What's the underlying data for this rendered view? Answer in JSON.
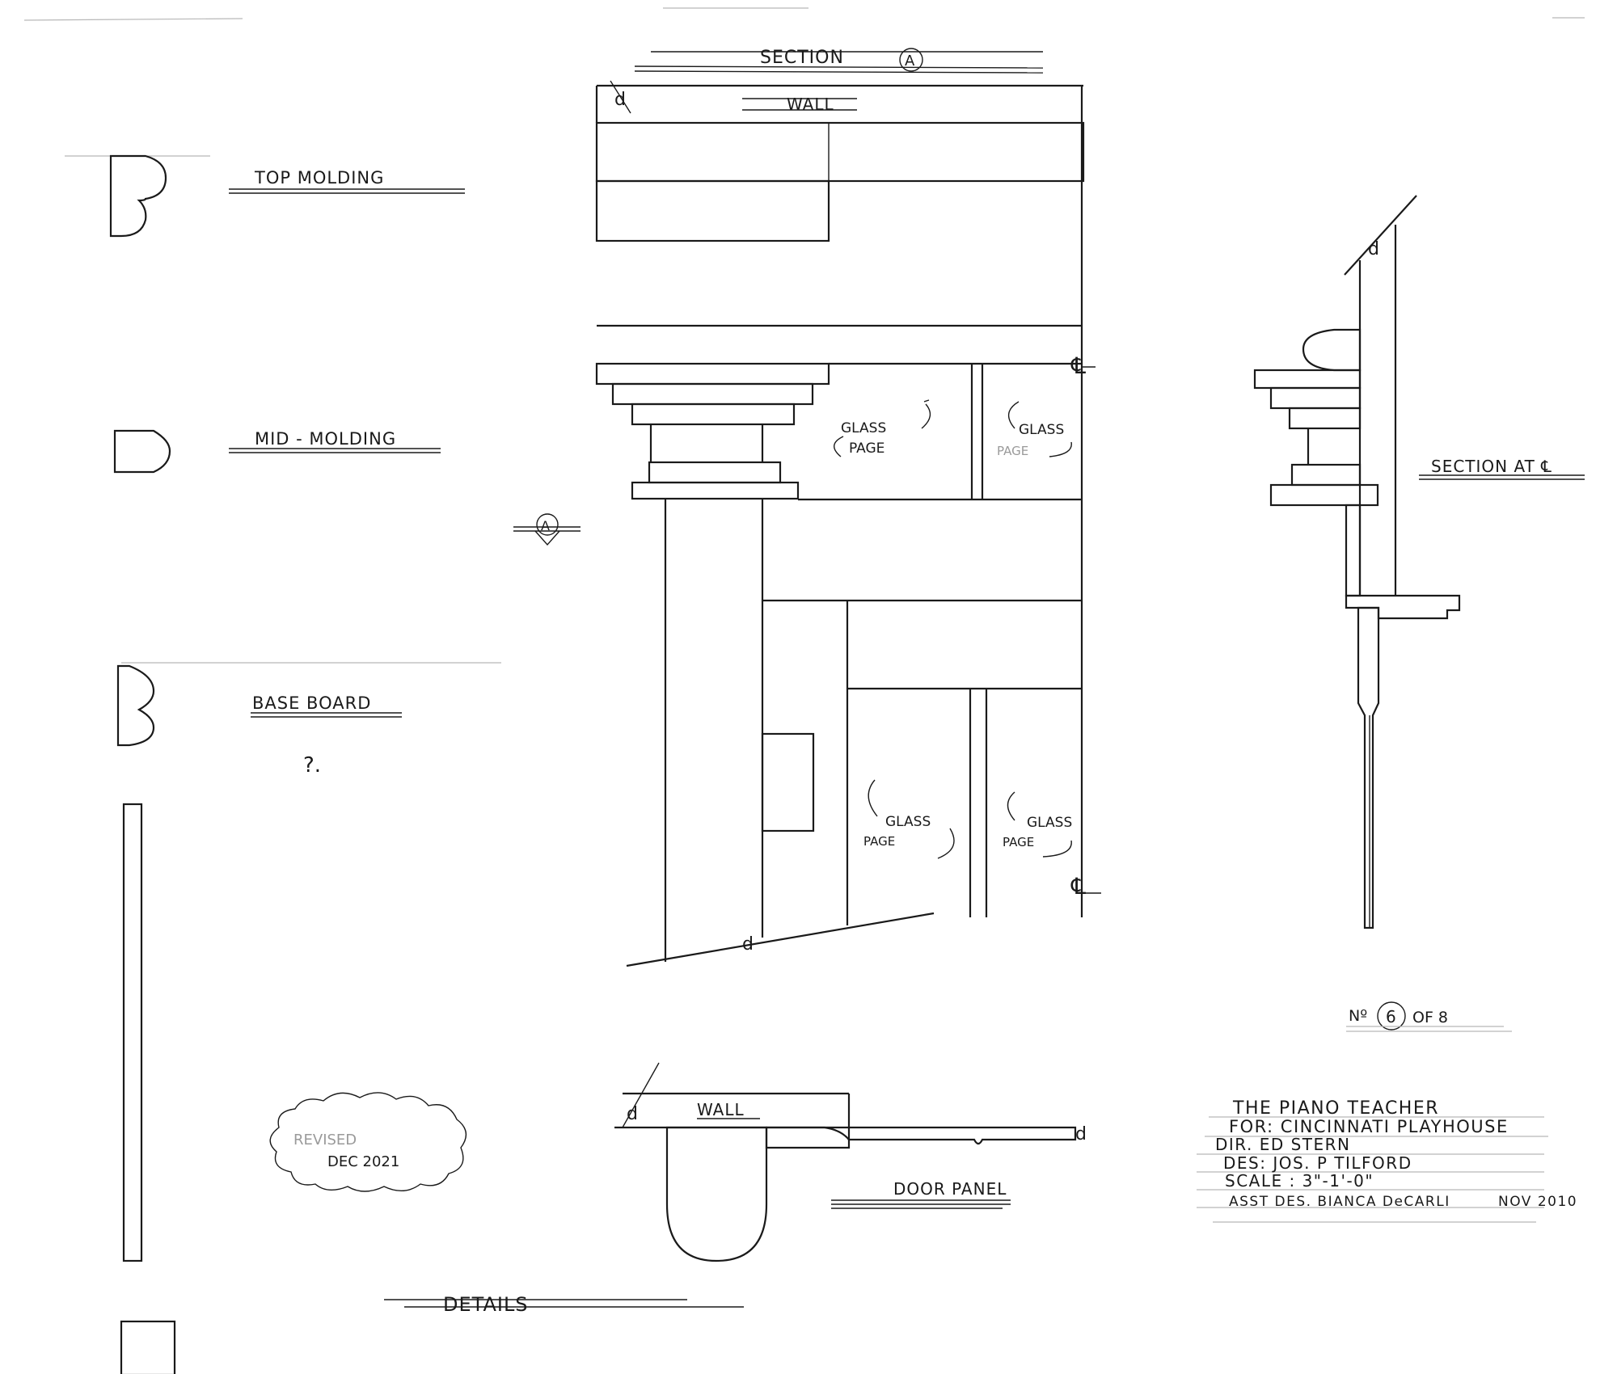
{
  "drawing": {
    "section_title": "SECTION",
    "section_marker": "A",
    "wall_label_top": "WALL",
    "wall_label_bottom": "WALL",
    "section_at_cl": "SECTION AT ℄",
    "details_label": "DETAILS",
    "door_panel_label": "DOOR PANEL",
    "glass_label": "GLASS",
    "page_label": "PAGE",
    "cl_symbol": "℄",
    "d_mark": "d",
    "question_mark": "?."
  },
  "details": [
    {
      "label": "TOP MOLDING"
    },
    {
      "label": "MID - MOLDING"
    },
    {
      "label": "BASE BOARD"
    }
  ],
  "sheet": {
    "number_prefix": "Nº",
    "number": "6",
    "of_text": "OF 8"
  },
  "title_block": {
    "line1": "THE PIANO TEACHER",
    "line2": "FOR: CINCINNATI PLAYHOUSE",
    "line3": "DIR. ED STERN",
    "line4": "DES: JOS. P TILFORD",
    "line5": "SCALE : 3\"-1'-0\"",
    "line6a": "ASST DES. BIANCA DeCARLI",
    "line6b": "NOV 2010"
  },
  "revision": {
    "line1": "REVISED",
    "line2": "DEC 2021"
  }
}
